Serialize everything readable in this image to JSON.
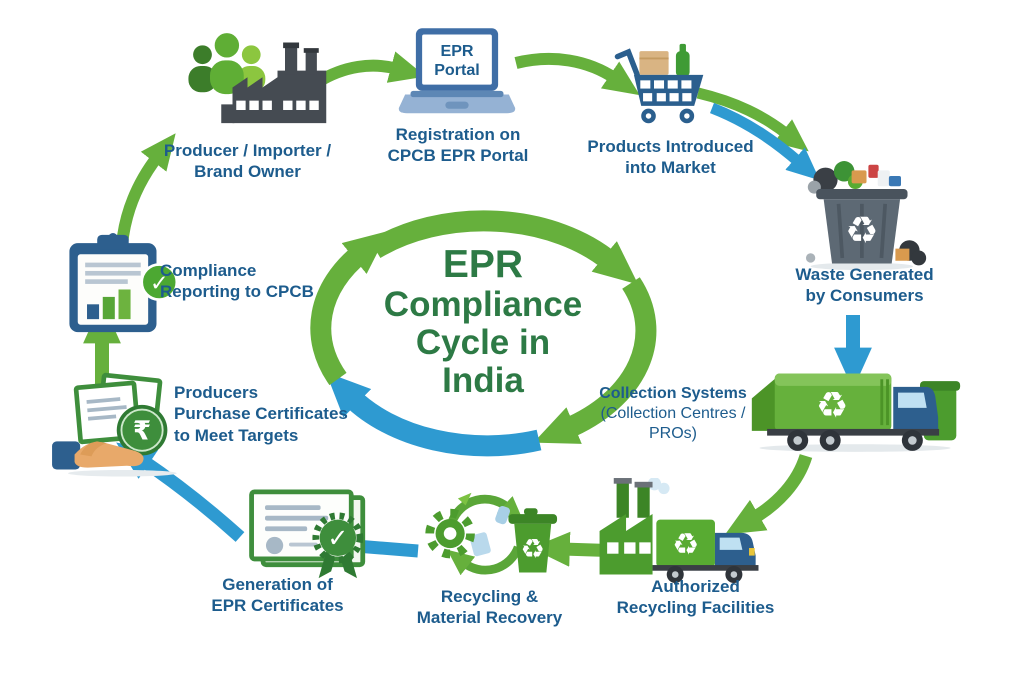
{
  "title": {
    "line1": "EPR",
    "line2": "Compliance",
    "line3": "Cycle in",
    "line4": "India"
  },
  "nodes": {
    "producer": {
      "label": "Producer / Importer /\nBrand Owner"
    },
    "registration": {
      "label": "Registration on\nCPCB EPR Portal",
      "screen_line1": "EPR",
      "screen_line2": "Portal"
    },
    "products": {
      "label": "Products Introduced\ninto Market"
    },
    "waste": {
      "label": "Waste Generated\nby Consumers"
    },
    "collection": {
      "label_strong": "Collection Systems",
      "label_rest": " (Collection Centres / PROs)"
    },
    "authorized": {
      "label": "Authorized\nRecycling Facilities"
    },
    "recycling": {
      "label": "Recycling &\nMaterial Recovery"
    },
    "certificates": {
      "label": "Generation of\nEPR Certificates"
    },
    "purchase": {
      "label": "Producers\nPurchase Certificates\nto Meet Targets"
    },
    "compliance": {
      "label": "Compliance\nReporting to CPCB"
    }
  },
  "glyphs": {
    "recycle": "♻",
    "check": "✓",
    "rupee": "₹"
  },
  "colors": {
    "label_blue": "#1d5c8d",
    "title_green": "#2d7a45",
    "arrow_green": "#66b03c",
    "arrow_blue": "#2e9ad1"
  }
}
